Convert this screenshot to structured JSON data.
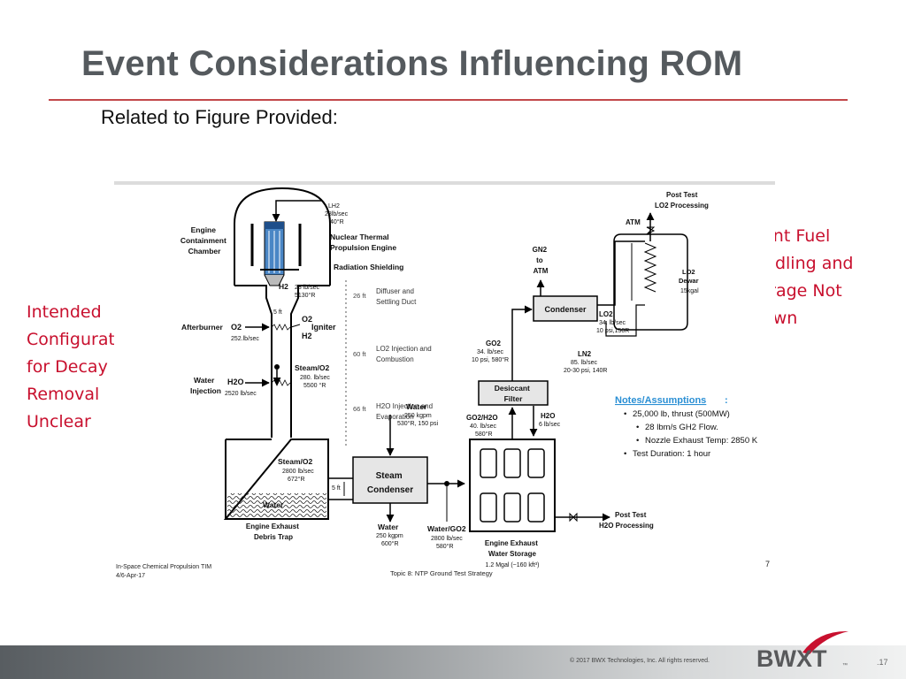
{
  "slide": {
    "title": "Event Considerations Influencing ROM",
    "subtitle": "Related to Figure Provided:",
    "page_number": ".17",
    "copyright": "© 2017 BWX Technologies, Inc. All rights reserved."
  },
  "left_note": {
    "lines": [
      "Intended",
      "Configuration",
      "for Decay Heat",
      "Removal",
      "Unclear"
    ]
  },
  "right_note": {
    "lines": [
      "Spent Fuel",
      "Handling and",
      "Storage Not",
      "Shown"
    ]
  },
  "logo": {
    "text": "BWXT",
    "tm": "™",
    "accent": "#c8102e"
  },
  "figure": {
    "engine_chamber": [
      "Engine",
      "Containment",
      "Chamber"
    ],
    "lh2": [
      "LH2",
      "28lb/sec",
      "40°R"
    ],
    "nuclear_engine": [
      "Nuclear Thermal",
      "Propulsion Engine"
    ],
    "radiation_shielding": "Radiation Shielding",
    "h2_label": "H2",
    "h2_flow": [
      "28 lb/sec",
      "5130°R"
    ],
    "dist_26": "26 ft",
    "diffuser": [
      "Diffuser and",
      "Settling Duct"
    ],
    "dist_5a": "5 ft",
    "afterburner_label": "Afterburner",
    "o2_label": "O2",
    "o2_flow": "252.lb/sec",
    "o2_igniter": "O2",
    "igniter": "Igniter",
    "h2_igniter": "H2",
    "dist_60": "60 ft",
    "lo2_injection": [
      "LO2 Injection  and",
      "Combustion"
    ],
    "steam_o2_upper": [
      "Steam/O2",
      "280. lb/sec",
      "5500 °R"
    ],
    "water_injection": [
      "Water",
      "Injection"
    ],
    "h2o_label": "H2O",
    "h2o_flow": "2520 lb/sec",
    "dist_66": "66 ft",
    "h2o_injection": [
      "H2O Injection  and",
      "Evaporation"
    ],
    "water_in": [
      "Water",
      "250 kgpm",
      "530°R, 150 psi"
    ],
    "steam_o2_lower": [
      "Steam/O2",
      "2800 lb/sec",
      "672°R"
    ],
    "dist_5b": "5 ft",
    "water_pool": "Water",
    "debris_trap": [
      "Engine Exhaust",
      "Debris Trap"
    ],
    "steam_condenser": [
      "Steam",
      "Condenser"
    ],
    "water_out": [
      "Water",
      "250 kgpm",
      "600°R"
    ],
    "water_go2": [
      "Water/GO2",
      "2800 lb/sec",
      "580°R"
    ],
    "water_storage": [
      "Engine Exhaust",
      "Water Storage",
      "1.2 Mgal (~160 kft³)"
    ],
    "go2_h2o": [
      "GO2/H2O",
      "40. lb/sec",
      "580°R"
    ],
    "h2o_right": [
      "H2O",
      "6 lb/sec"
    ],
    "desiccant": [
      "Desiccant",
      "Filter"
    ],
    "go2": [
      "GO2",
      "34. lb/sec",
      "10 psi, 580°R"
    ],
    "condenser": "Condenser",
    "gn2": [
      "GN2",
      "to",
      "ATM"
    ],
    "lo2_flow": [
      "LO2",
      "34. lb/sec",
      "10 psi,150R"
    ],
    "ln2": [
      "LN2",
      "85. lb/sec",
      "20-30 psi, 140R"
    ],
    "atm": "ATM",
    "post_test_lo2": [
      "Post Test",
      "LO2 Processing"
    ],
    "lo2_dewar": [
      "LO2",
      "Dewar",
      "15kgal"
    ],
    "notes_title": "Notes/Assumptions",
    "notes_colon": ":",
    "notes": [
      "25,000 lb, thrust (500MW)",
      "28 lbm/s GH2 Flow.",
      "Nozzle Exhaust Temp: 2850 K",
      "Test Duration: 1 hour"
    ],
    "post_test_h2o": [
      "Post Test",
      "H2O Processing"
    ],
    "footer_left": [
      "In-Space Chemical Propulsion TIM",
      "4/6-Apr-17"
    ],
    "footer_center": "Topic 8: NTP Ground Test Strategy",
    "footer_page": "7"
  }
}
